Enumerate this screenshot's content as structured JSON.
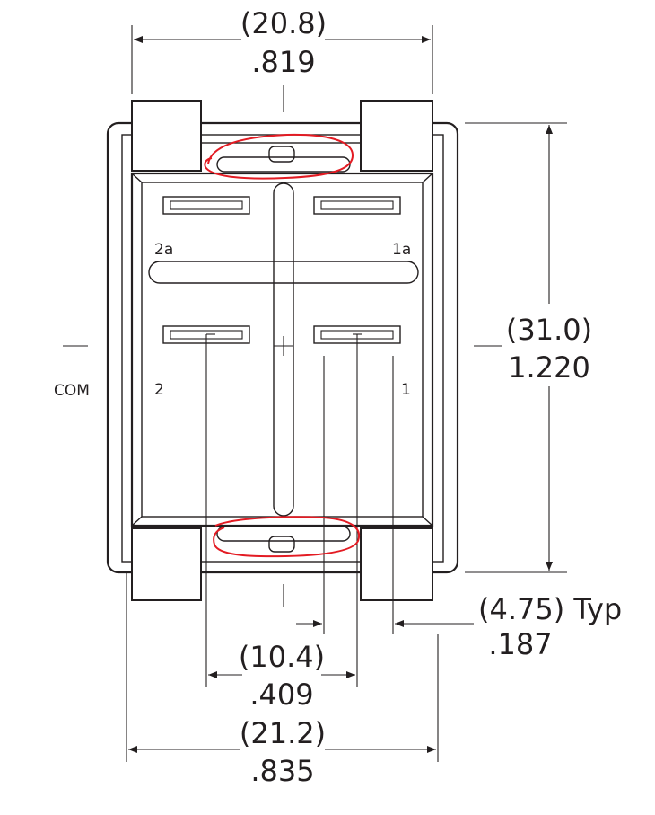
{
  "dimensions": {
    "top_width_mm": "(20.8)",
    "top_width_in": ".819",
    "height_mm": "(31.0)",
    "height_in": "1.220",
    "tab_mm": "(4.75) Typ",
    "tab_in": ".187",
    "pin_spacing_mm": "(10.4)",
    "pin_spacing_in": ".409",
    "bottom_width_mm": "(21.2)",
    "bottom_width_in": ".835"
  },
  "labels": {
    "com": "COM",
    "t2a": "2a",
    "t1a": "1a",
    "t2": "2",
    "t1": "1"
  },
  "colors": {
    "line": "#231f20",
    "annotation": "#e31b23"
  }
}
